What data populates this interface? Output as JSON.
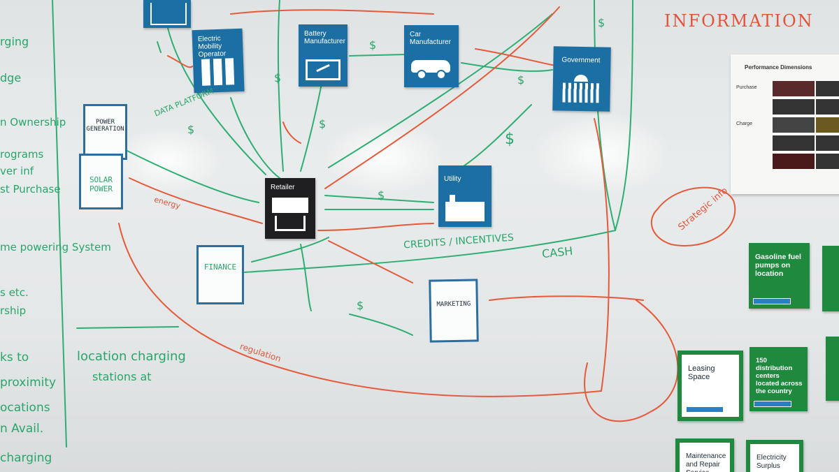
{
  "cards": {
    "electric_mobility": "Electric Mobility Operator",
    "battery": "Battery Manufacturer",
    "car": "Car Manufacturer",
    "government": "Government",
    "retailer": "Retailer",
    "utility": "Utility"
  },
  "notes": {
    "power_generation": "POWER GENERATION",
    "solar": "SOLAR POWER",
    "finance": "FINANCE",
    "marketing": "MARKETING"
  },
  "green_cards": {
    "gasoline": "Gasoline fuel pumps on location",
    "leasing": "Leasing Space",
    "distribution": "150 distribution centers located across the country",
    "maintenance": "Maintenance and Repair Service",
    "electricity": "Electricity Surplus"
  },
  "handwriting": {
    "information": "INFORMATION",
    "data_platform": "DATA PLATFORM",
    "credits": "CREDITS / INCENTIVES",
    "cash": "CASH",
    "energy": "energy",
    "regulation": "regulation",
    "strategic_info": "Strategic info",
    "locations": "location charging",
    "stations": "stations at",
    "dollar": "$",
    "left1": "rging",
    "left2": "dge",
    "left3": "n Ownership",
    "left4": "rograms",
    "left5": "ver inf",
    "left6": "st Purchase",
    "left7": "me powering System",
    "left8": "s etc.",
    "left9": "rship",
    "left10": "ks to",
    "left11": "proximity",
    "left12": "ocations",
    "left13": "n Avail.",
    "left14": "charging"
  },
  "sheet": {
    "title": "Performance Dimensions",
    "row1": "Purchase",
    "row2": "Charge"
  }
}
